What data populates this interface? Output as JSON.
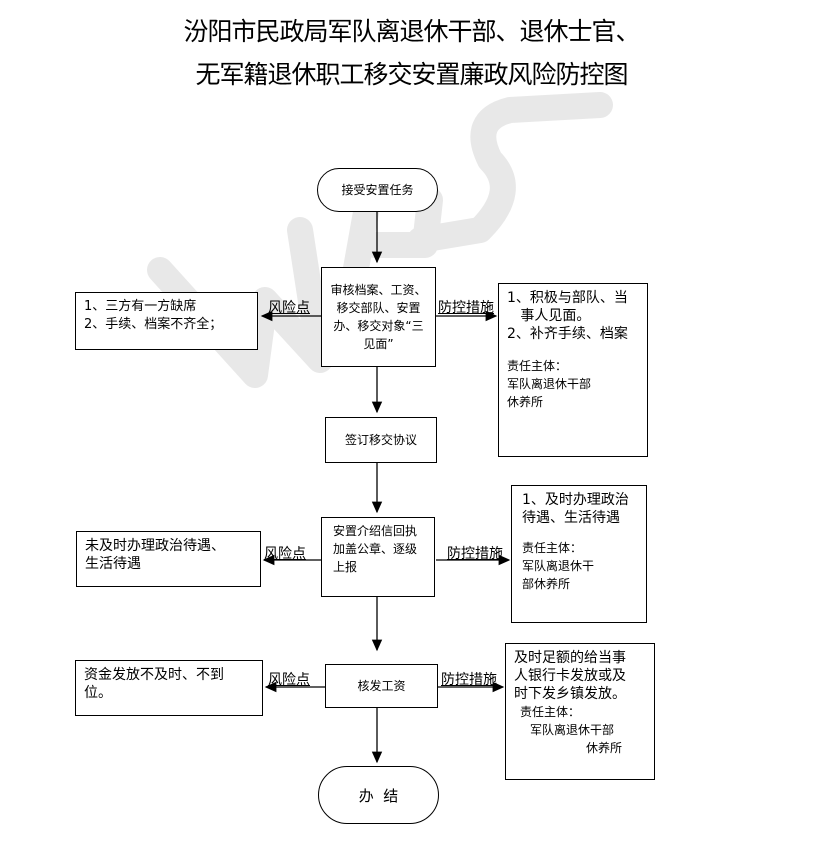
{
  "title": {
    "line1": "汾阳市民政局军队离退休干部、退休士官、",
    "line2": "无军籍退休职工移交安置廉政风险防控图"
  },
  "watermark": {
    "text": "WPS",
    "color": "#e6e6e6"
  },
  "flow": {
    "start": "接受安置任务",
    "step1": [
      "审核档案、工资、",
      "移交部队、安置",
      "办、移交对象“三",
      "见面”"
    ],
    "step2": "签订移交协议",
    "step3": [
      "安置介绍信回执",
      "加盖公章、逐级",
      "上报"
    ],
    "step4": "核发工资",
    "end": "办  结"
  },
  "risk_label": "风险点",
  "control_label": "防控措施",
  "risks": {
    "r1": [
      "1、三方有一方缺席",
      "2、手续、档案不齐全；"
    ],
    "r2": [
      "未及时办理政治待遇、",
      "生活待遇"
    ],
    "r3": [
      "资金发放不及时、不到",
      "位。"
    ]
  },
  "controls": {
    "c1": {
      "items": [
        "1、积极与部队、当",
        "   事人见面。",
        "2、补齐手续、档案"
      ],
      "resp": [
        "责任主体：",
        "军队离退休干部",
        "休养所"
      ]
    },
    "c2": {
      "items": [
        "1、及时办理政治",
        "待遇、生活待遇"
      ],
      "resp": [
        "责任主体：",
        "军队离退休干",
        "部休养所"
      ]
    },
    "c3": {
      "items": [
        "及时足额的给当事",
        "人银行卡发放或及",
        "时下发乡镇发放。"
      ],
      "resp": [
        "责任主体：",
        "军队离退休干部",
        "休养所"
      ]
    }
  }
}
